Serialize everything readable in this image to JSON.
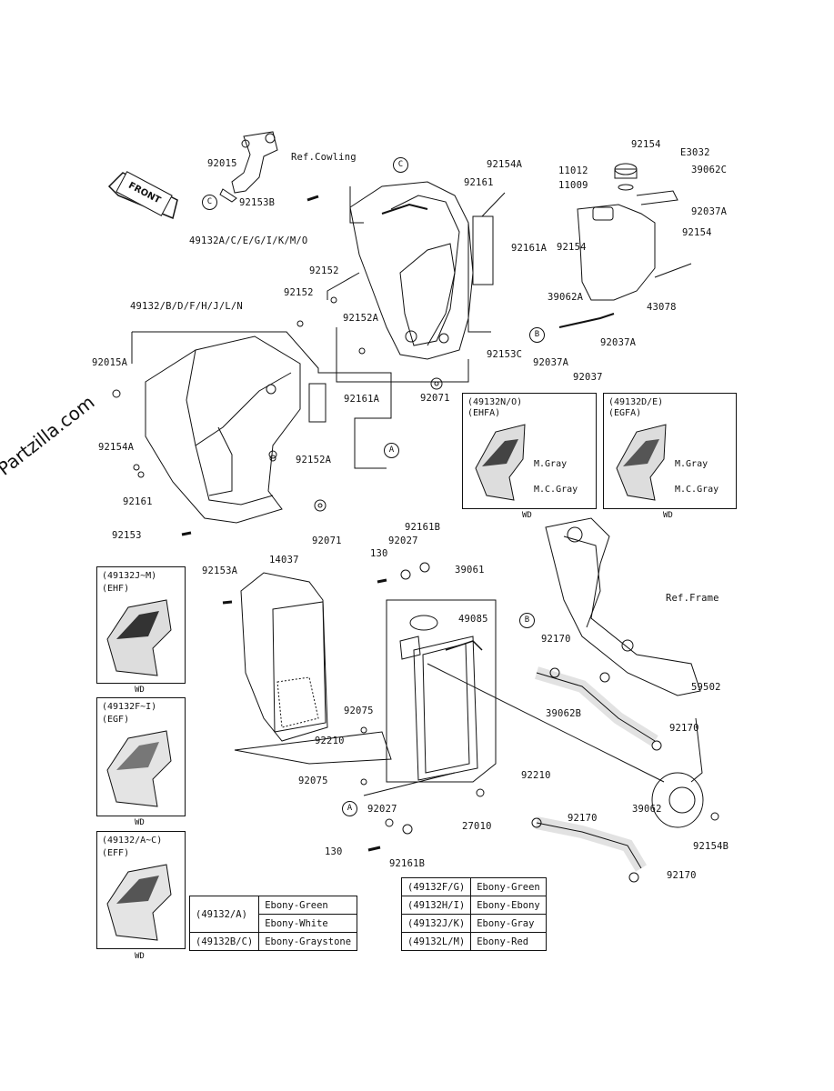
{
  "watermark": "© Partzilla.com",
  "front_label": "FRONT",
  "references": {
    "cowling": "Ref.Cowling",
    "frame": "Ref.Frame"
  },
  "callouts": {
    "a1": "A",
    "a2": "A",
    "b1": "B",
    "b2": "B",
    "c1": "C",
    "c2": "C"
  },
  "parts": {
    "p92015": "92015",
    "p92153B": "92153B",
    "p49132_upper": "49132A/C/E/G/I/K/M/O",
    "p92152_1": "92152",
    "p92152_2": "92152",
    "p92152A_1": "92152A",
    "p92161_top": "92161",
    "p92154A_top": "92154A",
    "p92161A_1": "92161A",
    "p92153C": "92153C",
    "p92071_1": "92071",
    "p49132_lower": "49132/B/D/F/H/J/L/N",
    "p92015A": "92015A",
    "p92161A_2": "92161A",
    "p92154A_left": "92154A",
    "p92152A_2": "92152A",
    "p92161_left": "92161",
    "p92153": "92153",
    "p92071_2": "92071",
    "p92154_top": "92154",
    "p11012": "11012",
    "p11009": "11009",
    "pE3032": "E3032",
    "p39062C": "39062C",
    "p92037A_1": "92037A",
    "p92154_mid": "92154",
    "p92154_right": "92154",
    "p39062A": "39062A",
    "p43078": "43078",
    "p92037A_2": "92037A",
    "p92037A_3": "92037A",
    "p92037": "92037",
    "p92161B_1": "92161B",
    "p92027_1": "92027",
    "p130_1": "130",
    "p39061": "39061",
    "p49085": "49085",
    "p92170_1": "92170",
    "p92153A": "92153A",
    "p14037": "14037",
    "p92075_1": "92075",
    "p39062B": "39062B",
    "p92210_1": "92210",
    "p92170_2": "92170",
    "p59502": "59502",
    "p92075_2": "92075",
    "p92210_2": "92210",
    "p92027_2": "92027",
    "p27010": "27010",
    "p92170_3": "92170",
    "p39062": "39062",
    "p130_2": "130",
    "p92161B_2": "92161B",
    "p92154B": "92154B",
    "p92170_4": "92170"
  },
  "insets": {
    "ehfa": {
      "code": "(49132N/O)",
      "name": "(EHFA)",
      "c1": "M.Gray",
      "c2": "M.C.Gray",
      "wd": "WD"
    },
    "egfa": {
      "code": "(49132D/E)",
      "name": "(EGFA)",
      "c1": "M.Gray",
      "c2": "M.C.Gray",
      "wd": "WD"
    },
    "ehf": {
      "code": "(49132J~M)",
      "name": "(EHF)",
      "wd": "WD"
    },
    "egf": {
      "code": "(49132F~I)",
      "name": "(EGF)",
      "wd": "WD"
    },
    "eff": {
      "code": "(49132/A~C)",
      "name": "(EFF)",
      "wd": "WD"
    }
  },
  "color_table_left": [
    {
      "code": "(49132/A)",
      "color": "Ebony-Green"
    },
    {
      "code": "",
      "color": "Ebony-White"
    },
    {
      "code": "(49132B/C)",
      "color": "Ebony-Graystone"
    }
  ],
  "color_table_right": [
    {
      "code": "(49132F/G)",
      "color": "Ebony-Green"
    },
    {
      "code": "(49132H/I)",
      "color": "Ebony-Ebony"
    },
    {
      "code": "(49132J/K)",
      "color": "Ebony-Gray"
    },
    {
      "code": "(49132L/M)",
      "color": "Ebony-Red"
    }
  ]
}
